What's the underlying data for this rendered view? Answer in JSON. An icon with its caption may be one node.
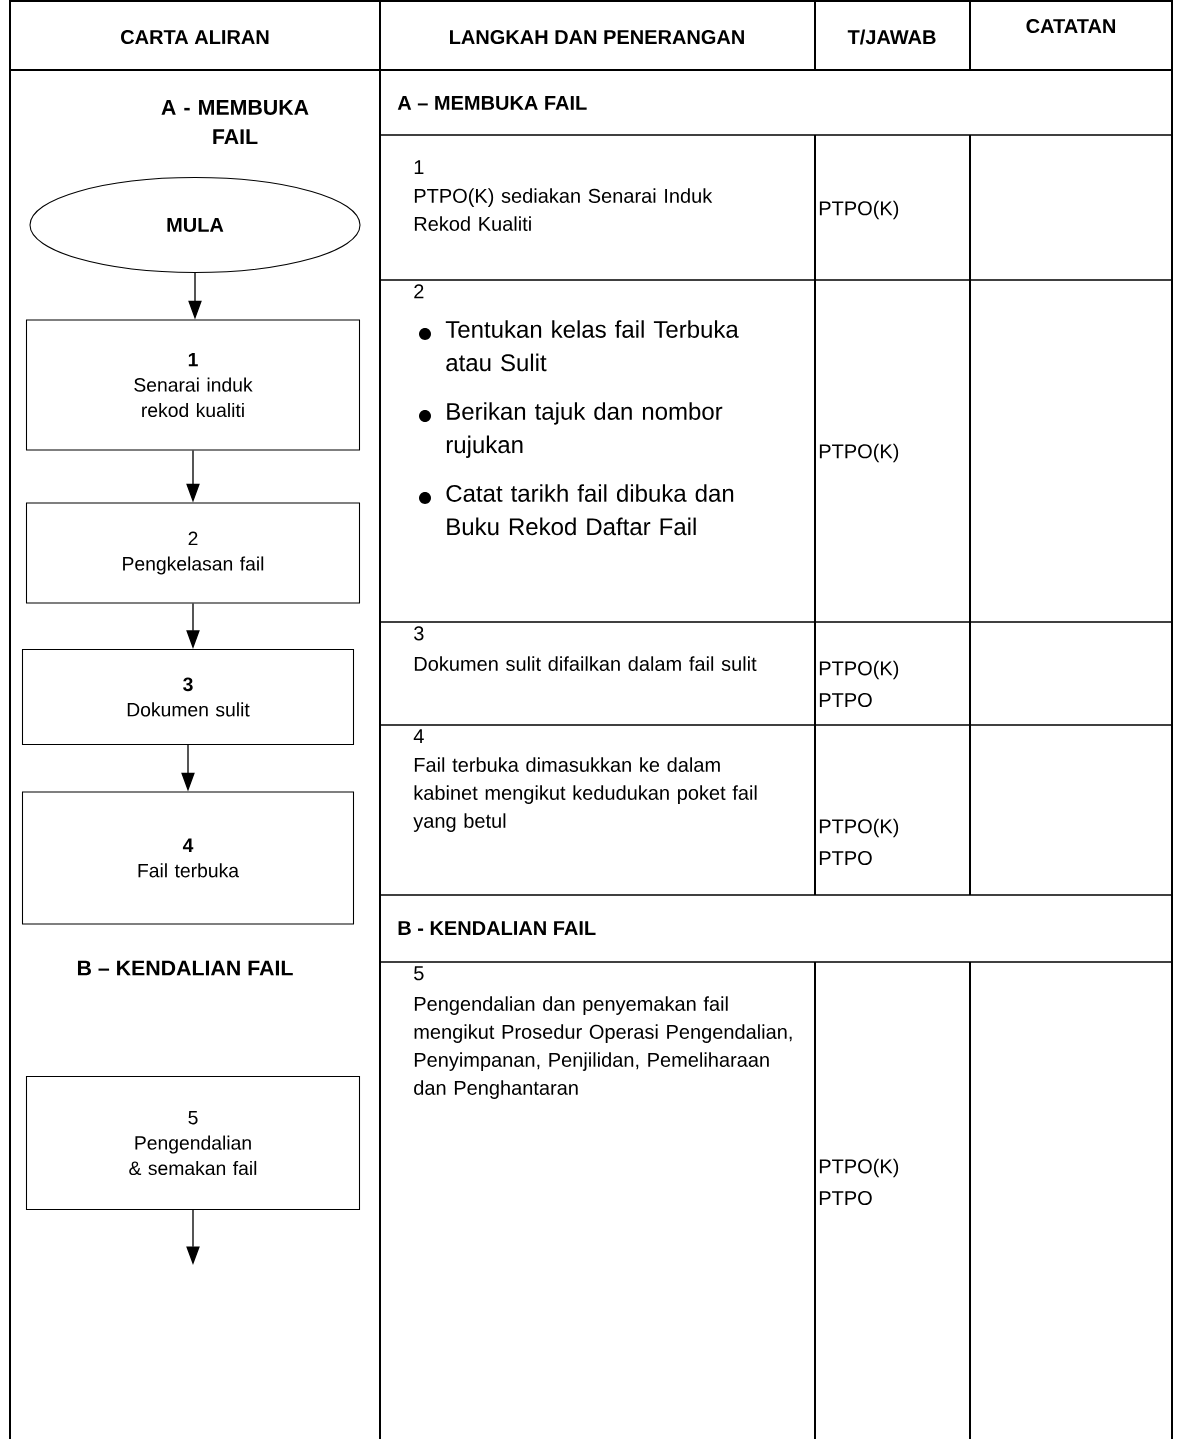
{
  "diagram": {
    "nodes": [
      {
        "text": [
          "MULA"
        ]
      },
      {
        "text": [
          "1",
          "Senarai induk rekod kualiti"
        ]
      },
      {
        "text": [
          "2",
          "Pengkelasan fail"
        ]
      },
      {
        "text": [
          "3",
          "Dokumen sulit"
        ]
      },
      {
        "text": [
          "4",
          "Fail terbuka"
        ]
      },
      {
        "text": [
          "5",
          "Pengendalian & semakan fail"
        ]
      }
    ],
    "edges": [
      {
        "from": 0,
        "to": 1,
        "arrow": "to"
      },
      {
        "from": 1,
        "to": 2,
        "arrow": "to"
      },
      {
        "from": 2,
        "to": 3,
        "arrow": "to"
      },
      {
        "from": 3,
        "to": 4,
        "arrow": "to"
      },
      {
        "from": 5,
        "to": null,
        "arrow": "to"
      }
    ],
    "labels": [
      "CARTA ALIRAN",
      "LANGKAH DAN PENERANGAN",
      "T/JAWAB",
      "CATATAN",
      "A - MEMBUKA FAIL",
      "A – MEMBUKA FAIL",
      "1",
      "PTPO(K) sediakan Senarai Induk Rekod Kualiti",
      "PTPO(K)",
      "2",
      "Tentukan kelas fail Terbuka atau Sulit",
      "Berikan tajuk dan nombor rujukan",
      "Catat tarikh fail dibuka dan Buku Rekod Daftar Fail",
      "PTPO(K)",
      "3",
      "Dokumen sulit difailkan dalam fail sulit",
      "PTPO(K)",
      "PTPO",
      "4",
      "Fail terbuka dimasukkan ke dalam kabinet mengikut kedudukan poket fail yang betul",
      "PTPO(K)",
      "PTPO",
      "B – KENDALIAN FAIL",
      "B - KENDALIAN FAIL",
      "5",
      "Pengendalian dan penyemakan fail mengikut Prosedur Operasi Pengendalian, Penyimpanan, Penjilidan, Pemeliharaan dan Penghantaran",
      "PTPO(K)",
      "PTPO"
    ]
  }
}
